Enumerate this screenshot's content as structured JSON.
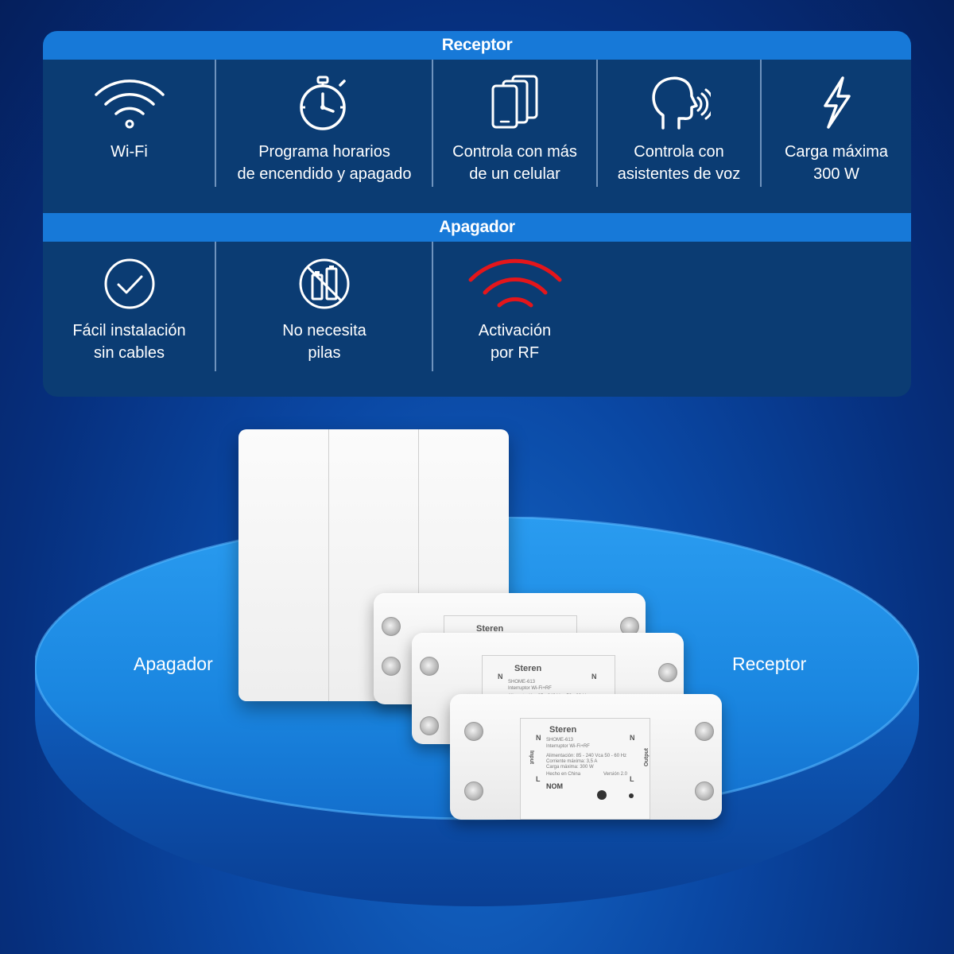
{
  "panel": {
    "receptor_title": "Receptor",
    "apagador_title": "Apagador",
    "receptor_features": [
      {
        "icon": "wifi-icon",
        "label": "Wi-Fi"
      },
      {
        "icon": "stopwatch-icon",
        "label": "Programa horarios\nde encendido y apagado"
      },
      {
        "icon": "multiple-phones-icon",
        "label": "Controla con más\nde un celular"
      },
      {
        "icon": "voice-assistant-icon",
        "label": "Controla con\nasistentes de voz"
      },
      {
        "icon": "lightning-bolt-icon",
        "label": "Carga máxima\n300 W"
      }
    ],
    "apagador_features": [
      {
        "icon": "check-circle-icon",
        "label": "Fácil instalación\nsin cables"
      },
      {
        "icon": "no-batteries-icon",
        "label": "No necesita\npilas"
      },
      {
        "icon": "rf-signal-icon",
        "label": "Activación\npor RF"
      }
    ]
  },
  "product": {
    "left_label": "Apagador",
    "right_label": "Receptor",
    "module_brand": "Steren",
    "module_model": "SHOME-613",
    "module_name": "Interruptor Wi-Fi+RF",
    "module_spec_1": "Alimentación: 85 - 240 Vca 50 - 60 Hz",
    "module_spec_2": "Corriente máxima: 3,5 A",
    "module_spec_3": "Carga máxima: 300 W",
    "module_origin": "Hecho en China",
    "module_version": "Versión 2.0",
    "pin_n": "N",
    "pin_l": "L",
    "input_label": "Input",
    "output_label": "Output",
    "nom_mark": "NOM"
  },
  "colors": {
    "background": "#0a47a3",
    "panel": "#0b3c73",
    "band": "#1779d8",
    "rf_red": "#e4161b",
    "platform": "#1a86e0"
  }
}
